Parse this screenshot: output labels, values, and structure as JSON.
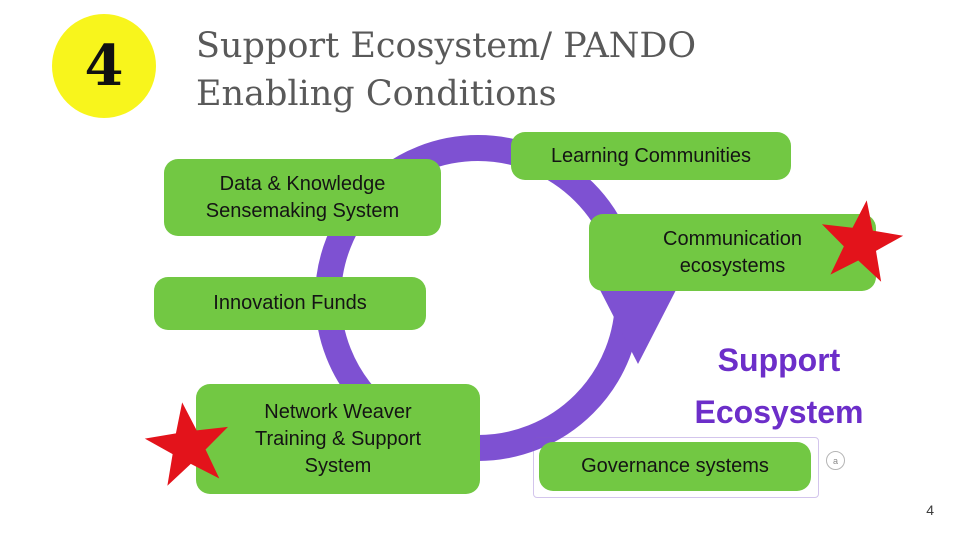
{
  "colors": {
    "yellow": "#F8F51C",
    "green": "#72C843",
    "purple-ring": "#7E51D2",
    "purple-text": "#6C2EC9",
    "title-gray": "#595959",
    "star-red": "#E3131B"
  },
  "slide": {
    "badge": "4",
    "title": "Support Ecosystem/ PANDO\nEnabling Conditions",
    "page_number": "4"
  },
  "diagram": {
    "boxes": [
      {
        "id": "data-knowledge",
        "label": "Data & Knowledge\nSensemaking System"
      },
      {
        "id": "learning-communities",
        "label": "Learning Communities"
      },
      {
        "id": "communication-ecosystems",
        "label": "Communication\necosystems"
      },
      {
        "id": "innovation-funds",
        "label": "Innovation Funds"
      },
      {
        "id": "network-weaver",
        "label": "Network Weaver\nTraining & Support\nSystem"
      },
      {
        "id": "governance-systems",
        "label": "Governance systems"
      }
    ],
    "support_label": "Support\nEcosystem",
    "comment_marker": "a"
  }
}
